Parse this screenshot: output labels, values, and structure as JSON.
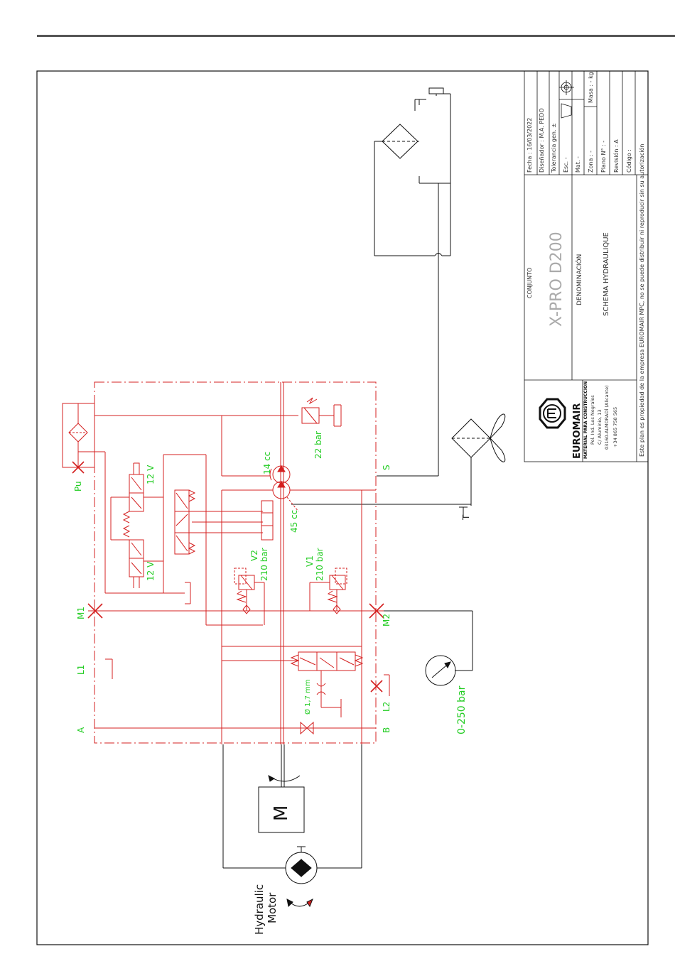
{
  "colors": {
    "circuit": "#d42020",
    "labels": "#22cc22",
    "ink": "#111111",
    "rule": "#555555"
  },
  "labels": {
    "pu": "Pu",
    "m1": "M1",
    "m2": "M2",
    "l1": "L1",
    "l2": "L2",
    "a": "A",
    "b": "B",
    "s": "S",
    "t": "T",
    "v1": "V1",
    "v1_pressure": "210 bar",
    "v2": "V2",
    "v2_pressure": "210 bar",
    "sol_top": "12 V",
    "sol_bottom": "12 V",
    "pump_small": "14 cc",
    "pump_large": "45 cc",
    "relief_low": "22 bar",
    "orifice": "Ø 1,7 mm",
    "gauge_range": "0-250 bar",
    "hydraulic_motor_line1": "Hydraulic",
    "hydraulic_motor_line2": "Motor",
    "electric_motor": "M"
  },
  "title_block": {
    "fecha": "Fecha : 16/03/2022",
    "disenador": "Diseñador : M.A. PEDO",
    "tolerancia": "Tolerancia gen. ±",
    "escala": "Esc. -",
    "mat": "Mat. -",
    "zona": "Zona : -",
    "masa": "Masa : - kg",
    "plano": "Plano N° : -",
    "revision": "Revisión : A",
    "codigo": "Código :",
    "conjunto_label": "CONJUNTO",
    "conjunto_value": "X-PRO D200",
    "denominacion_label": "DENOMINACIÓN",
    "denominacion_value": "SCHEMA HYDRAULIQUE",
    "company_name": "EUROMAIR",
    "company_tagline": "MATERIAL PARA CONSTRUCCION",
    "address_1": "Pol. Ind. Los Negrales",
    "address_2": "C/ Aluminio, 13",
    "address_3": "03160-ALMORADÍ (Alicante)",
    "phone": "+34 865 758 565",
    "disclaimer": "Este plan es propiedad de la empresa EUROMAIR MPC, no se puede distribuir ni reproducir sin su autorización"
  }
}
